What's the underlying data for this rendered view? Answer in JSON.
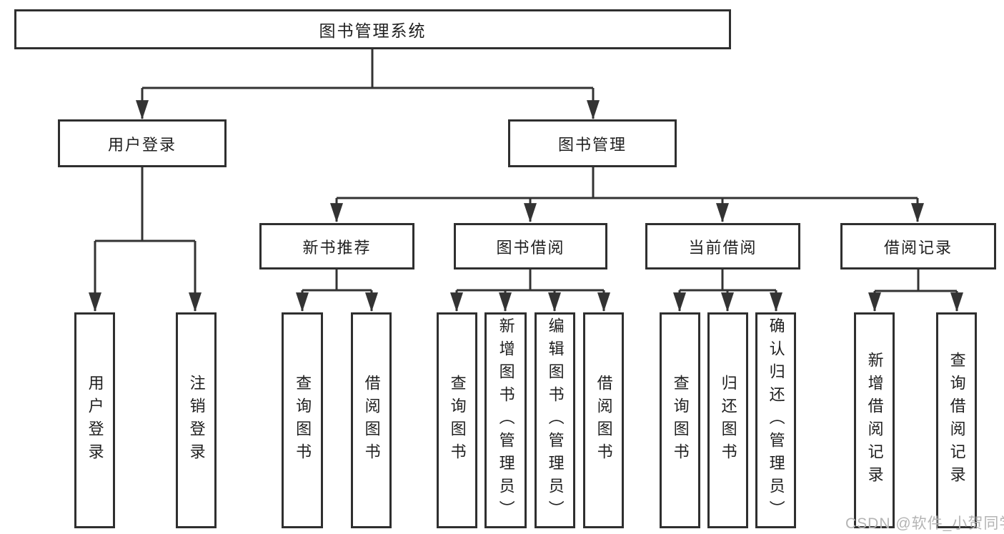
{
  "diagram": {
    "title": "图书管理系统",
    "tree": {
      "root": {
        "label": "图书管理系统",
        "children": [
          {
            "label": "用户登录",
            "children": [
              {
                "label": "用户登录"
              },
              {
                "label": "注销登录"
              }
            ]
          },
          {
            "label": "图书管理",
            "children": [
              {
                "label": "新书推荐",
                "children": [
                  {
                    "label": "查询图书"
                  },
                  {
                    "label": "借阅图书"
                  }
                ]
              },
              {
                "label": "图书借阅",
                "children": [
                  {
                    "label": "查询图书"
                  },
                  {
                    "label": "新增图书（管理员）"
                  },
                  {
                    "label": "编辑图书（管理员）"
                  },
                  {
                    "label": "借阅图书"
                  }
                ]
              },
              {
                "label": "当前借阅",
                "children": [
                  {
                    "label": "查询图书"
                  },
                  {
                    "label": "归还图书"
                  },
                  {
                    "label": "确认归还（管理员）"
                  }
                ]
              },
              {
                "label": "借阅记录",
                "children": [
                  {
                    "label": "新增借阅记录"
                  },
                  {
                    "label": "查询借阅记录"
                  }
                ]
              }
            ]
          }
        ]
      }
    },
    "colors": {
      "line": "#333333",
      "box_border": "#2f2f2f",
      "text": "#1f1f1f",
      "background": "#ffffff",
      "watermark": "#b4b4b4"
    }
  },
  "watermark": {
    "text": "CSDN @软件_小贺同学"
  }
}
